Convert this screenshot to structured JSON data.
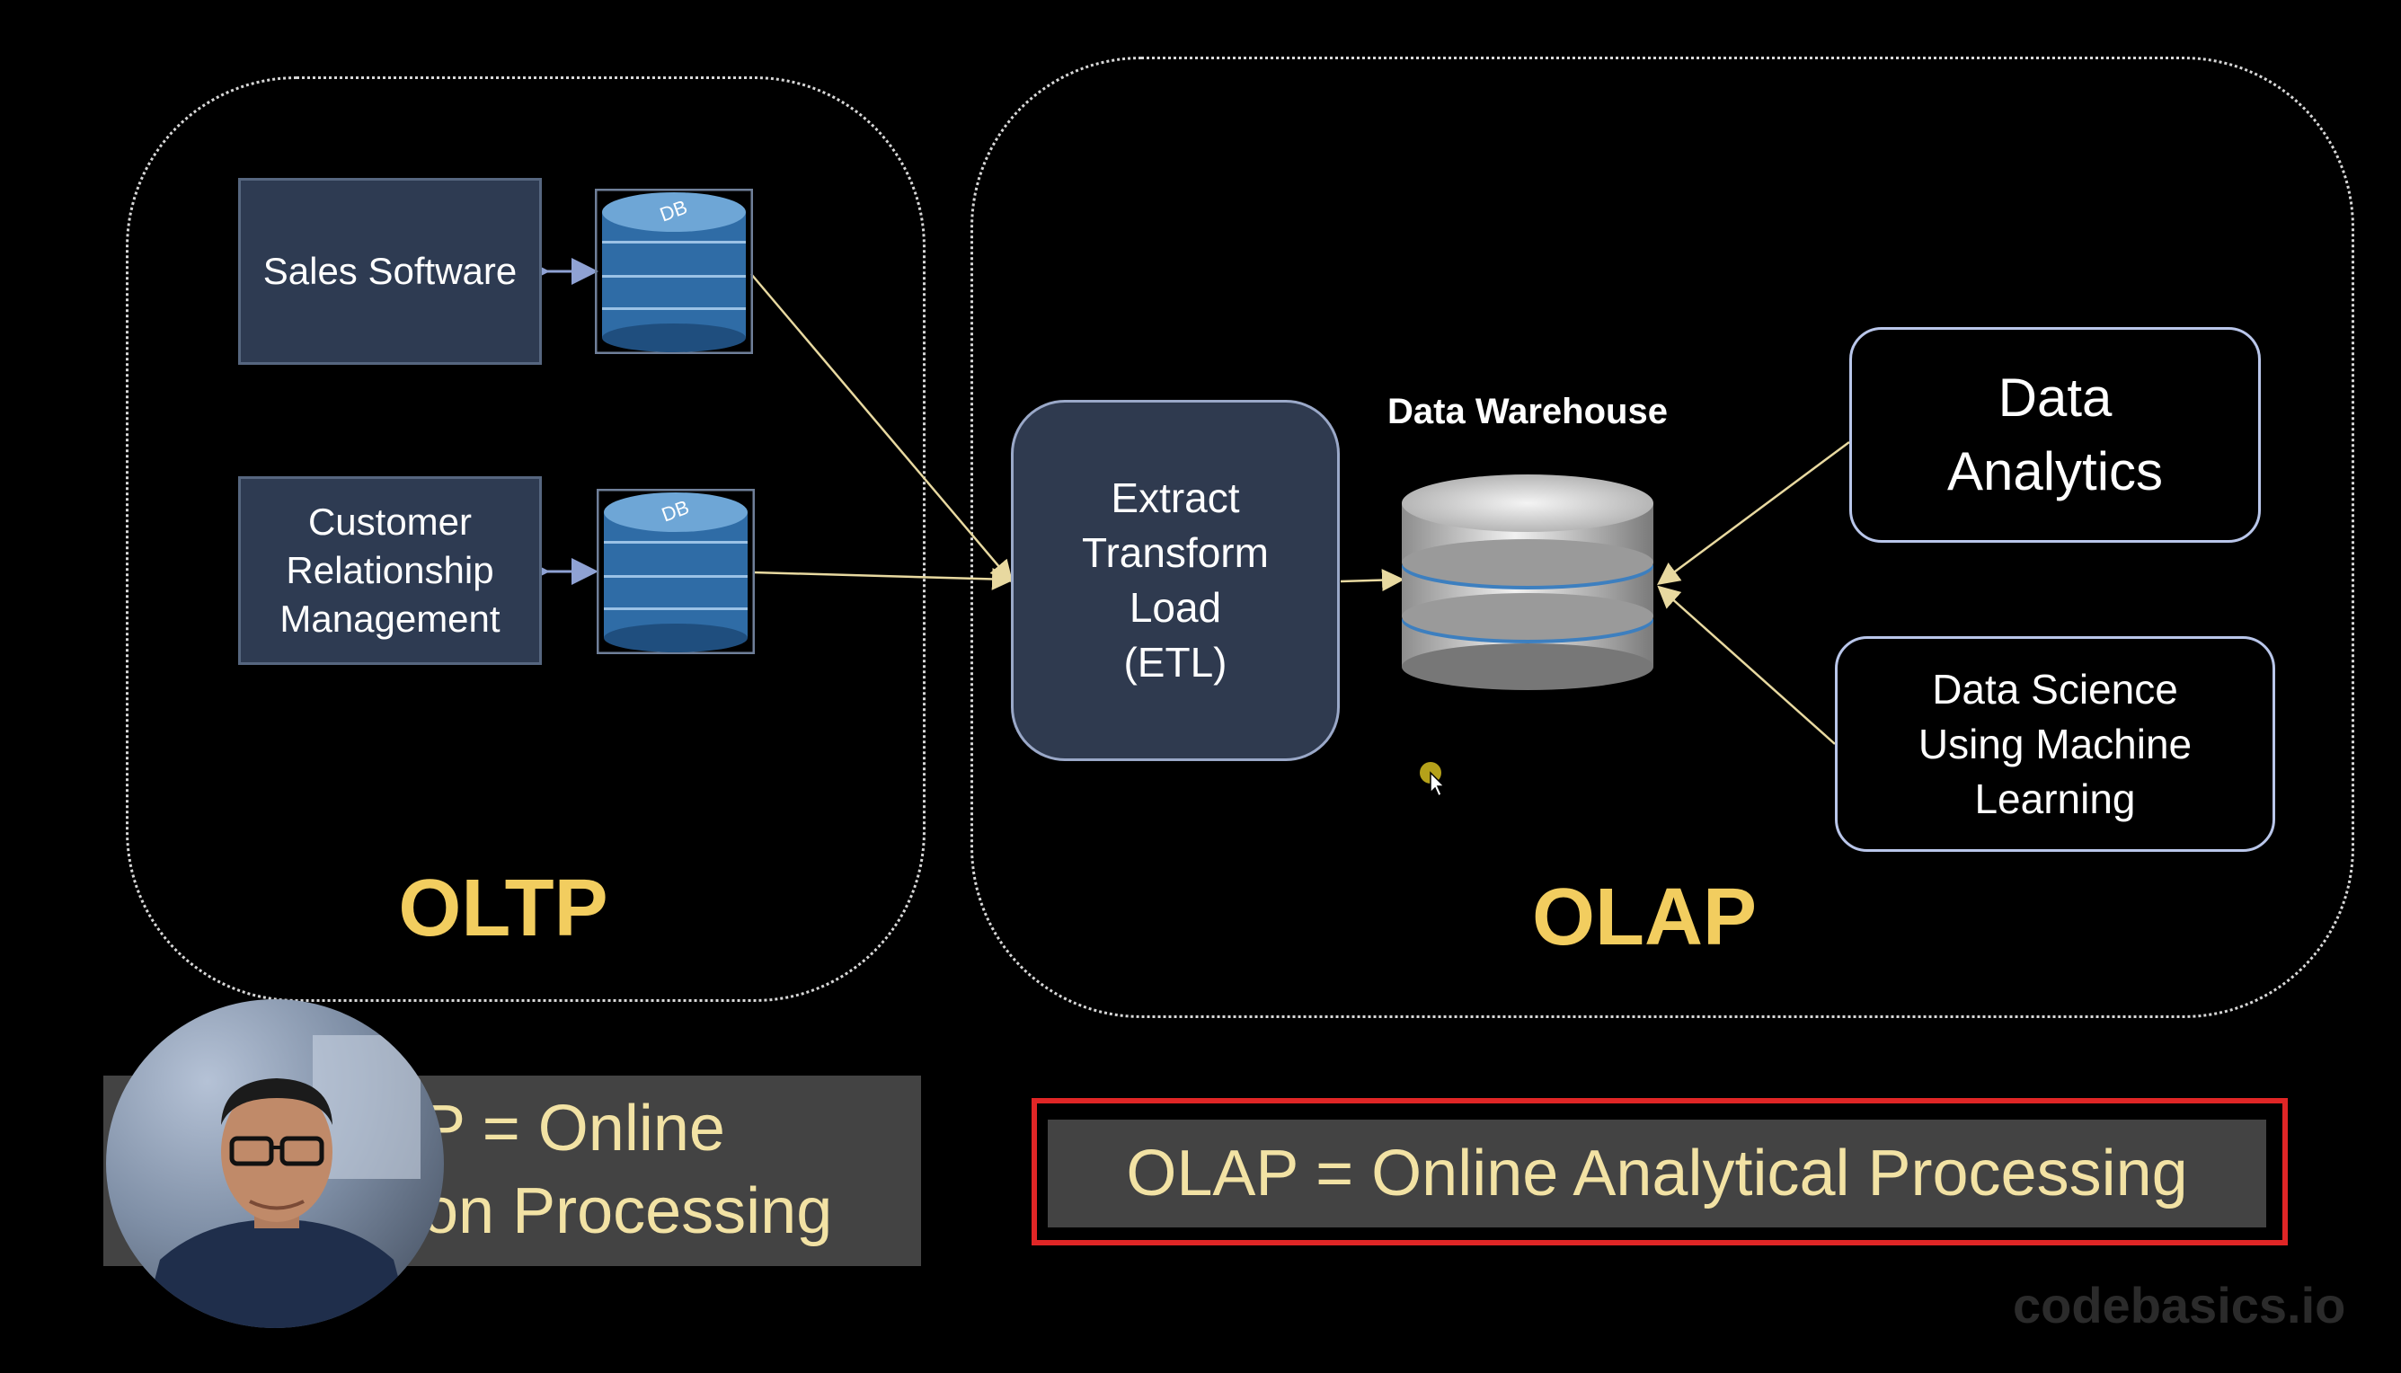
{
  "oltp": {
    "title": "OLTP",
    "systems": [
      {
        "label": "Sales Software",
        "db_icon": "DB"
      },
      {
        "label": "Customer\nRelationship\nManagement",
        "db_icon": "DB"
      }
    ],
    "banner_text_line1": "P = Online",
    "banner_text_line2": "on Processing"
  },
  "olap": {
    "title": "OLAP",
    "etl_label": "Extract\nTransform\nLoad\n(ETL)",
    "warehouse_label": "Data Warehouse",
    "outputs": [
      {
        "label": "Data\nAnalytics"
      },
      {
        "label": "Data Science\nUsing Machine\nLearning"
      }
    ],
    "banner_text": "OLAP = Online Analytical Processing"
  },
  "watermark": "codebasics.io",
  "icons": {
    "database": "database-icon",
    "warehouse": "server-stack-icon",
    "cursor": "mouse-cursor-icon",
    "presenter": "presenter-avatar"
  },
  "colors": {
    "background": "#000000",
    "title_gold": "#f2cd5f",
    "banner_text": "#f2e2a4",
    "highlight_red": "#e02626",
    "source_box": "#2e3b52",
    "etl_box": "#2f3a4f",
    "arrow": "#e8d9a0"
  }
}
